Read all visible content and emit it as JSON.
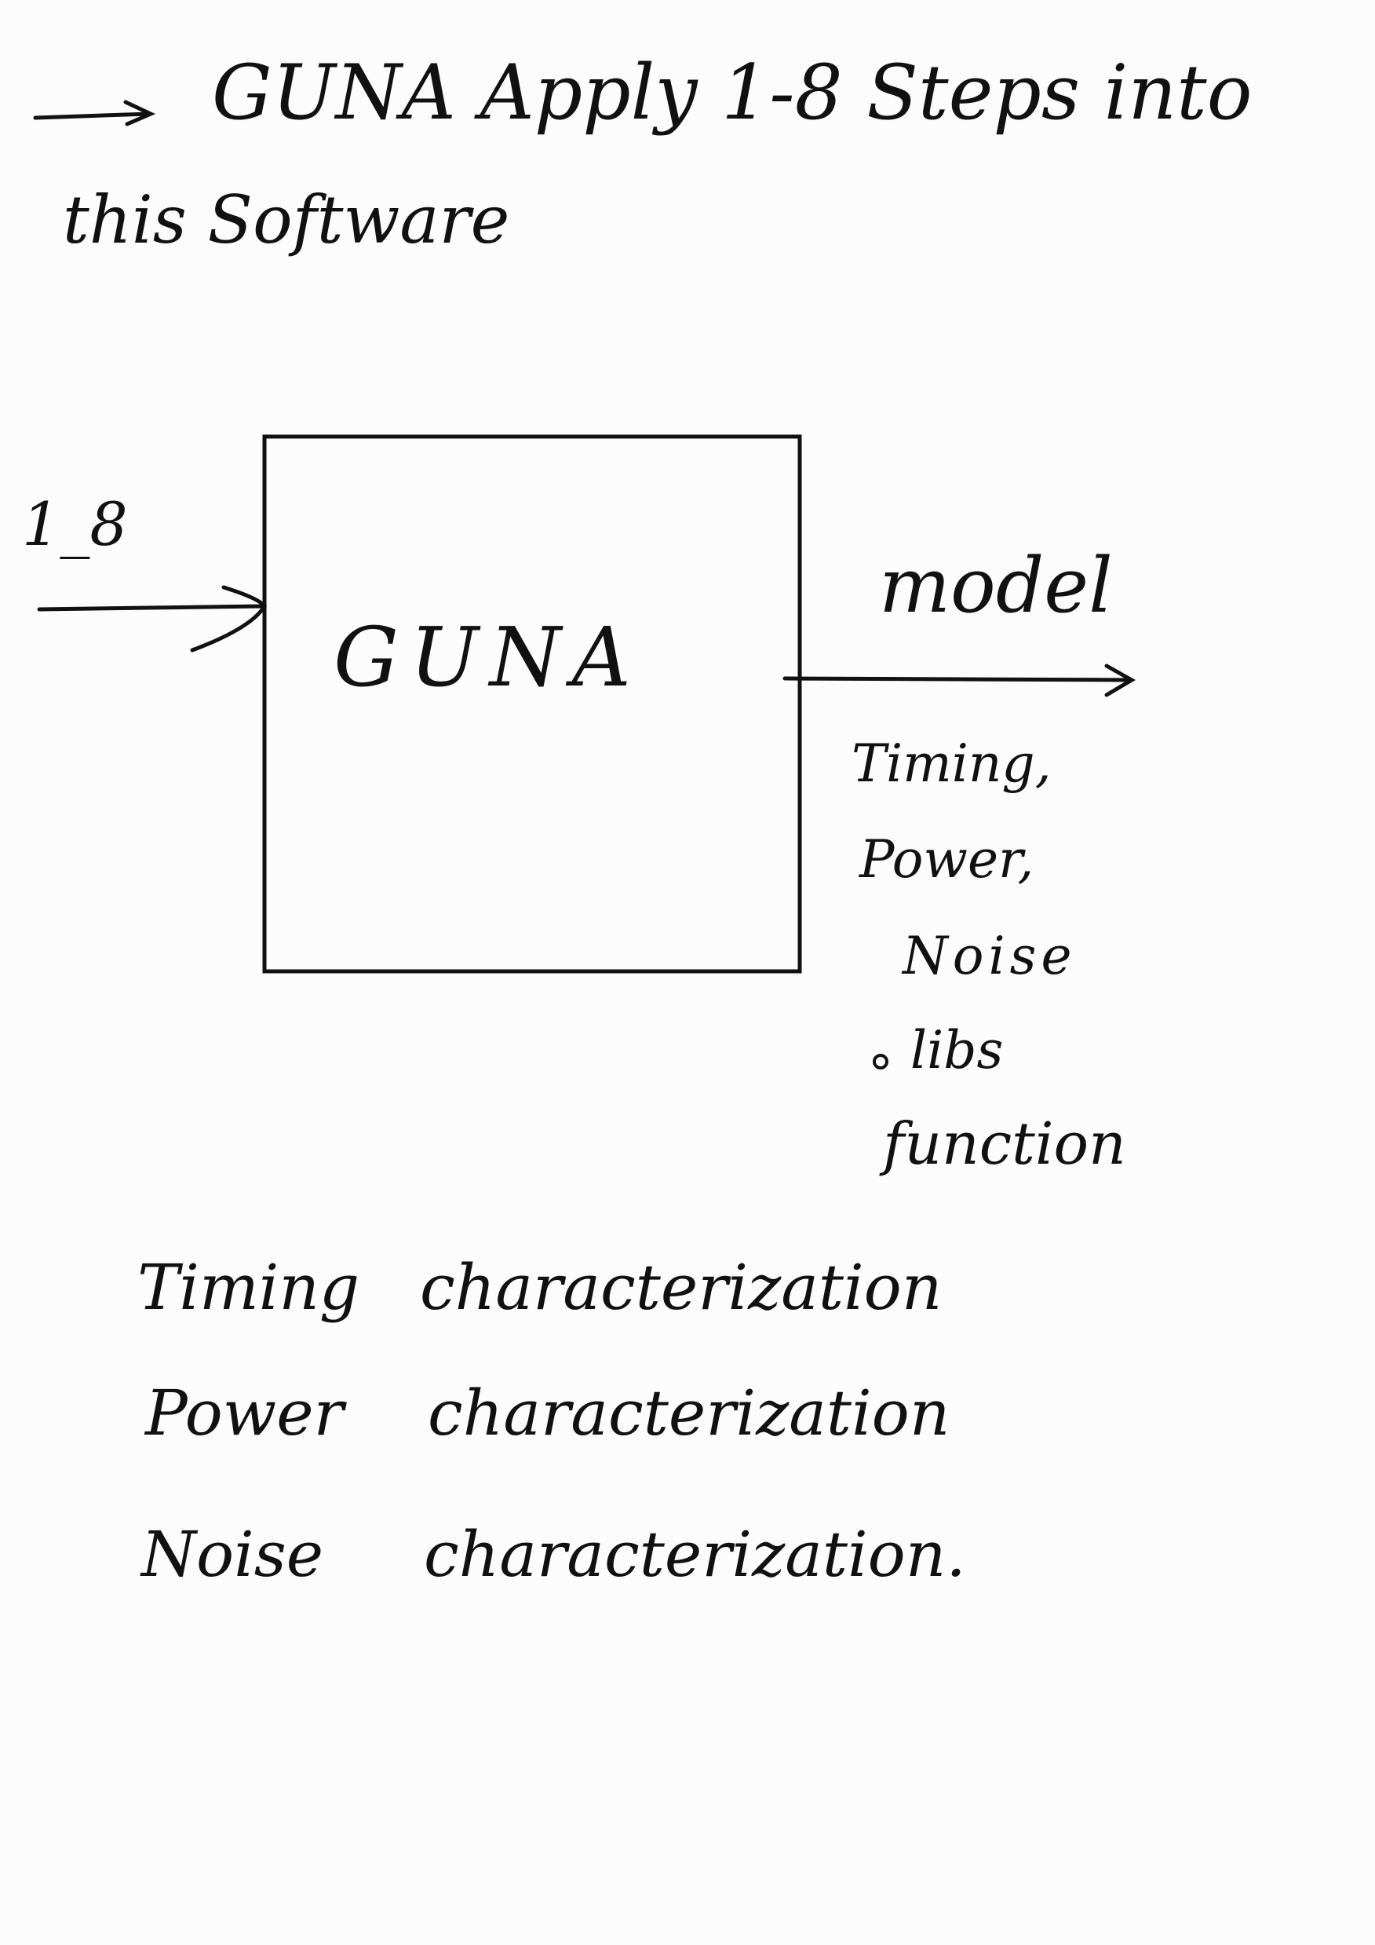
{
  "note": {
    "line1": "GUNA  Apply 1-8 Steps into",
    "line2": "this Software"
  },
  "diagram": {
    "input_label": "1_8",
    "block_label": "GUNA",
    "output_label": "model",
    "outputs": [
      "Timing,",
      "Power,",
      "Noise",
      "libs",
      "function"
    ]
  },
  "characterizations": [
    {
      "term": "Timing",
      "label": "characterization"
    },
    {
      "term": "Power",
      "label": "characterization"
    },
    {
      "term": "Noise",
      "label": "characterization."
    }
  ],
  "colors": {
    "ink": "#111111",
    "paper": "#fcfcfc"
  }
}
